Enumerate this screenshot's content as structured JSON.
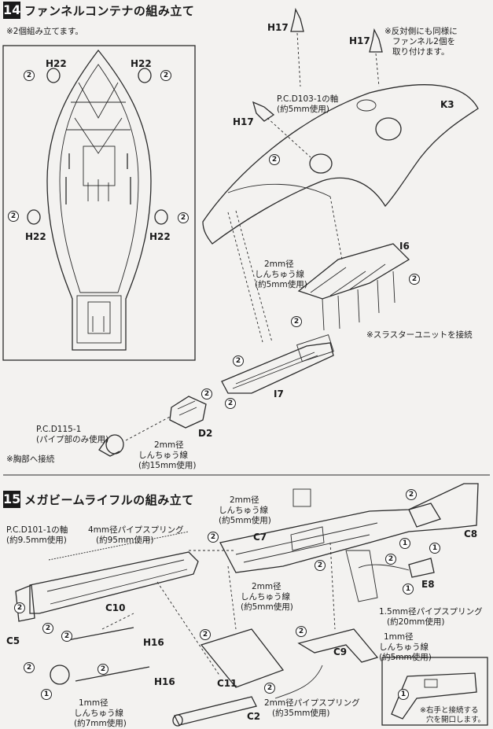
{
  "step14": {
    "number": "14",
    "title": "ファンネルコンテナの組み立て",
    "note_two": "※2個組み立てます。",
    "note_opposite": [
      "※反対側にも同様に",
      "ファンネル2個を",
      "取り付けます。"
    ],
    "note_thruster": "※スラスターユニットを接続",
    "note_chest": "※胸部へ接続",
    "parts": {
      "h22": "H22",
      "h17": "H17",
      "k3": "K3",
      "i6": "I6",
      "i7": "I7",
      "d2": "D2"
    },
    "pcd103": [
      "P.C.D103-1の軸",
      "(約5mm使用)"
    ],
    "wire_2mm_5": [
      "2mm径",
      "しんちゅう線",
      "(約5mm使用)"
    ],
    "pcd115": [
      "P.C.D115-1",
      "(パイプ部のみ使用)"
    ],
    "wire_2mm_15": [
      "2mm径",
      "しんちゅう線",
      "(約15mm使用)"
    ]
  },
  "step15": {
    "number": "15",
    "title": "メガビームライフルの組み立て",
    "pcd101": [
      "P.C.D101-1の軸",
      "(約9.5mm使用)"
    ],
    "pipe_4mm": [
      "4mm径パイプスプリング",
      "(約95mm使用)"
    ],
    "wire_2mm_5_a": [
      "2mm径",
      "しんちゅう線",
      "(約5mm使用)"
    ],
    "wire_2mm_5_b": [
      "2mm径",
      "しんちゅう線",
      "(約5mm使用)"
    ],
    "pipe_15": [
      "1.5mm径パイプスプリング",
      "(約20mm使用)"
    ],
    "wire_1mm_5": [
      "1mm径",
      "しんちゅう線",
      "(約5mm使用)"
    ],
    "wire_1mm_7": [
      "1mm径",
      "しんちゅう線",
      "(約7mm使用)"
    ],
    "pipe_2mm_35": [
      "2mm径パイプスプリング",
      "(約35mm使用)"
    ],
    "note_right_hand": [
      "※右手と接続する",
      "穴を開口します。"
    ],
    "parts": {
      "c7": "C7",
      "c8": "C8",
      "e8": "E8",
      "c10": "C10",
      "c5": "C5",
      "h16": "H16",
      "c11": "C11",
      "c9": "C9",
      "c2": "C2"
    },
    "count_marks": {
      "one": "1",
      "two": "2"
    }
  }
}
